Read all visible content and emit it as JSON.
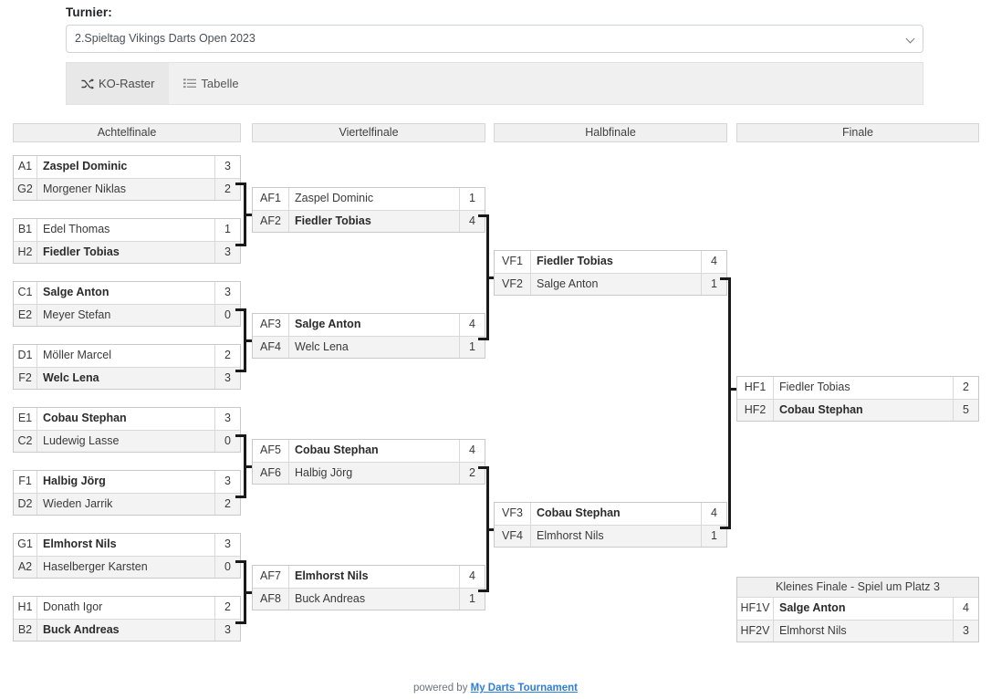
{
  "form": {
    "label": "Turnier:",
    "selected_tournament": "2.Spieltag Vikings Darts Open 2023"
  },
  "tabs": [
    {
      "label": "KO-Raster",
      "icon": "shuffle-icon",
      "active": true
    },
    {
      "label": "Tabelle",
      "icon": "list-icon",
      "active": false
    }
  ],
  "rounds": [
    {
      "key": "r16",
      "title": "Achtelfinale"
    },
    {
      "key": "qf",
      "title": "Viertelfinale"
    },
    {
      "key": "sf",
      "title": "Halbfinale"
    },
    {
      "key": "f",
      "title": "Finale"
    }
  ],
  "third_place": {
    "title": "Kleines Finale - Spiel um Platz 3"
  },
  "matches": {
    "r16": [
      {
        "rows": [
          {
            "seed": "A1",
            "name": "Zaspel Dominic",
            "score": "3",
            "winner": true
          },
          {
            "seed": "G2",
            "name": "Morgener Niklas",
            "score": "2",
            "winner": false
          }
        ]
      },
      {
        "rows": [
          {
            "seed": "B1",
            "name": "Edel Thomas",
            "score": "1",
            "winner": false
          },
          {
            "seed": "H2",
            "name": "Fiedler Tobias",
            "score": "3",
            "winner": true
          }
        ]
      },
      {
        "rows": [
          {
            "seed": "C1",
            "name": "Salge Anton",
            "score": "3",
            "winner": true
          },
          {
            "seed": "E2",
            "name": "Meyer Stefan",
            "score": "0",
            "winner": false
          }
        ]
      },
      {
        "rows": [
          {
            "seed": "D1",
            "name": "Möller Marcel",
            "score": "2",
            "winner": false
          },
          {
            "seed": "F2",
            "name": "Welc Lena",
            "score": "3",
            "winner": true
          }
        ]
      },
      {
        "rows": [
          {
            "seed": "E1",
            "name": "Cobau Stephan",
            "score": "3",
            "winner": true
          },
          {
            "seed": "C2",
            "name": "Ludewig Lasse",
            "score": "0",
            "winner": false
          }
        ]
      },
      {
        "rows": [
          {
            "seed": "F1",
            "name": "Halbig Jörg",
            "score": "3",
            "winner": true
          },
          {
            "seed": "D2",
            "name": "Wieden Jarrik",
            "score": "2",
            "winner": false
          }
        ]
      },
      {
        "rows": [
          {
            "seed": "G1",
            "name": "Elmhorst Nils",
            "score": "3",
            "winner": true
          },
          {
            "seed": "A2",
            "name": "Haselberger Karsten",
            "score": "0",
            "winner": false
          }
        ]
      },
      {
        "rows": [
          {
            "seed": "H1",
            "name": "Donath Igor",
            "score": "2",
            "winner": false
          },
          {
            "seed": "B2",
            "name": "Buck Andreas",
            "score": "3",
            "winner": true
          }
        ]
      }
    ],
    "qf": [
      {
        "rows": [
          {
            "seed": "AF1",
            "name": "Zaspel Dominic",
            "score": "1",
            "winner": false
          },
          {
            "seed": "AF2",
            "name": "Fiedler Tobias",
            "score": "4",
            "winner": true
          }
        ]
      },
      {
        "rows": [
          {
            "seed": "AF3",
            "name": "Salge Anton",
            "score": "4",
            "winner": true
          },
          {
            "seed": "AF4",
            "name": "Welc Lena",
            "score": "1",
            "winner": false
          }
        ]
      },
      {
        "rows": [
          {
            "seed": "AF5",
            "name": "Cobau Stephan",
            "score": "4",
            "winner": true
          },
          {
            "seed": "AF6",
            "name": "Halbig Jörg",
            "score": "2",
            "winner": false
          }
        ]
      },
      {
        "rows": [
          {
            "seed": "AF7",
            "name": "Elmhorst Nils",
            "score": "4",
            "winner": true
          },
          {
            "seed": "AF8",
            "name": "Buck Andreas",
            "score": "1",
            "winner": false
          }
        ]
      }
    ],
    "sf": [
      {
        "rows": [
          {
            "seed": "VF1",
            "name": "Fiedler Tobias",
            "score": "4",
            "winner": true
          },
          {
            "seed": "VF2",
            "name": "Salge Anton",
            "score": "1",
            "winner": false
          }
        ]
      },
      {
        "rows": [
          {
            "seed": "VF3",
            "name": "Cobau Stephan",
            "score": "4",
            "winner": true
          },
          {
            "seed": "VF4",
            "name": "Elmhorst Nils",
            "score": "1",
            "winner": false
          }
        ]
      }
    ],
    "f": [
      {
        "rows": [
          {
            "seed": "HF1",
            "name": "Fiedler Tobias",
            "score": "2",
            "winner": false
          },
          {
            "seed": "HF2",
            "name": "Cobau Stephan",
            "score": "5",
            "winner": true
          }
        ]
      }
    ],
    "third": [
      {
        "rows": [
          {
            "seed": "HF1V",
            "name": "Salge Anton",
            "score": "4",
            "winner": true
          },
          {
            "seed": "HF2V",
            "name": "Elmhorst Nils",
            "score": "3",
            "winner": false
          }
        ]
      }
    ]
  },
  "footer": {
    "prefix": "powered by ",
    "brand": "My Darts Tournament"
  }
}
